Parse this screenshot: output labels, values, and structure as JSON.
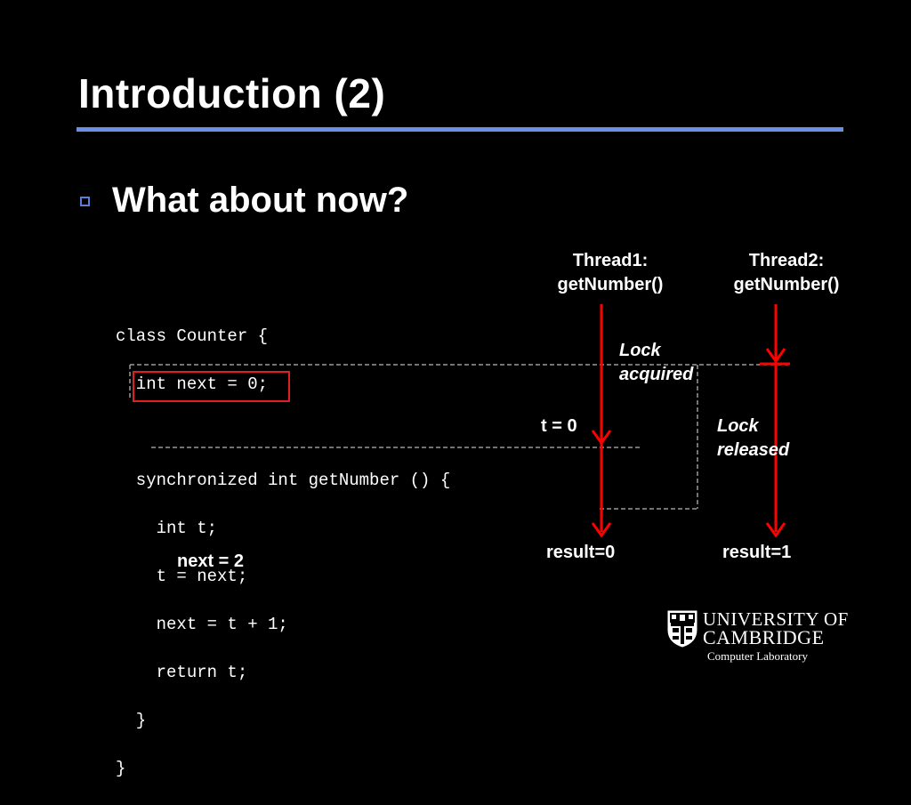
{
  "slide": {
    "title": "Introduction (2)",
    "bullet": "What about now?"
  },
  "code": {
    "lines": [
      "class Counter {",
      "  int next = 0;",
      "",
      "  synchronized int getNumber () {",
      "    int t;",
      "    t = next;",
      "    next = t + 1;",
      "    return t;",
      "  }",
      "}"
    ]
  },
  "threads": {
    "thread1_label_line1": "Thread1:",
    "thread1_label_line2": "getNumber()",
    "thread2_label_line1": "Thread2:",
    "thread2_label_line2": "getNumber()",
    "t_value": "t = 0",
    "lock_acquired_line1": "Lock",
    "lock_acquired_line2": "acquired",
    "lock_released_line1": "Lock",
    "lock_released_line2": "released",
    "result1": "result=0",
    "result2": "result=1"
  },
  "state": {
    "next_value": "next = 2"
  },
  "logo": {
    "line1": "UNIVERSITY OF",
    "line2": "CAMBRIDGE",
    "subtitle": "Computer Laboratory"
  },
  "colors": {
    "accent_rule": "#6b8fe6",
    "arrow": "#ff0000",
    "dashed_box": "#9a9a9a"
  }
}
